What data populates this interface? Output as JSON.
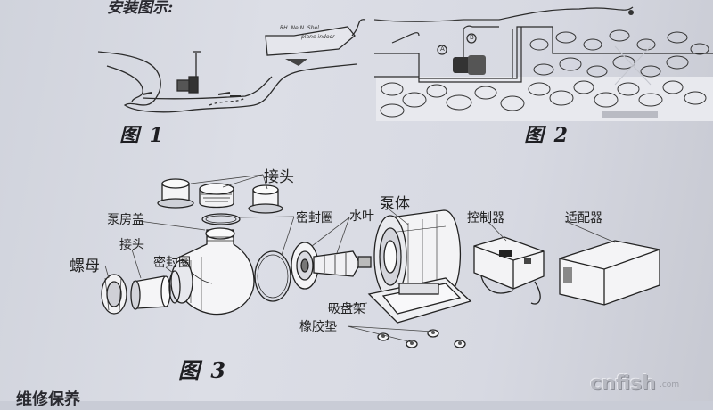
{
  "heading": "安装图示:",
  "figures": {
    "fig1": "图 1",
    "fig2": "图 2",
    "fig3": "图 3"
  },
  "fig1_note": {
    "line1": "RH. Ne N. Shel",
    "line2": "plane indoor"
  },
  "fig2_markers": {
    "a": "A",
    "b": "B"
  },
  "labels": {
    "connector_top": "接头",
    "pump_cover": "泵房盖",
    "seal_ring_top": "密封圈",
    "impeller": "水叶",
    "pump_body": "泵体",
    "controller": "控制器",
    "adapter": "适配器",
    "nut": "螺母",
    "connector_left": "接头",
    "seal_ring_left": "密封圈",
    "suction_mount": "吸盘架",
    "rubber_pad": "橡胶垫"
  },
  "bottom_heading": "维修保养",
  "watermark": {
    "main": "cnfish",
    "sub": ".com"
  },
  "colors": {
    "paper": "#d7d9e2",
    "ink": "#222222",
    "fill_gray": "#9a9ca4"
  }
}
